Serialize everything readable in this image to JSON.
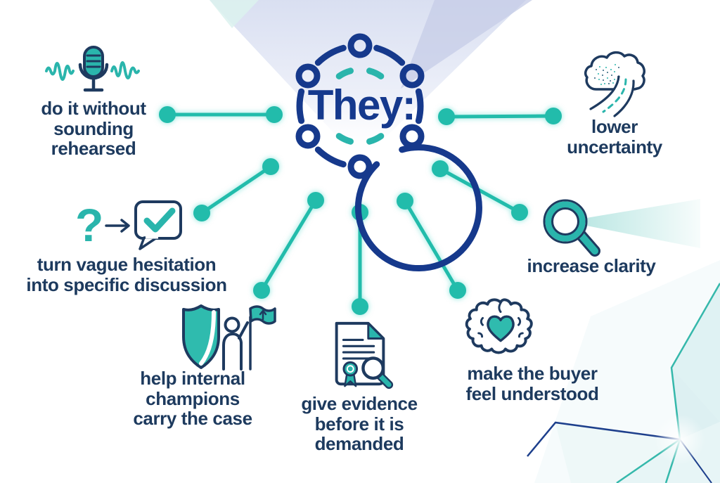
{
  "center": {
    "label": "They:",
    "icon": "people-circle-icon"
  },
  "glyphs": {
    "question": "?"
  },
  "items": [
    {
      "id": "no-rehearsal",
      "icon": "microphone-waveform-icon",
      "label": "do it without\nsounding\nrehearsed"
    },
    {
      "id": "lower-uncertainty",
      "icon": "cloud-road-icon",
      "label": "lower\nuncertainty"
    },
    {
      "id": "specific-discussion",
      "icon": "question-to-check-icon",
      "label": "turn vague hesitation\ninto specific discussion"
    },
    {
      "id": "increase-clarity",
      "icon": "magnifier-beam-icon",
      "label": "increase clarity"
    },
    {
      "id": "internal-champions",
      "icon": "shield-flagbearer-icon",
      "label": "help internal\nchampions\ncarry the case"
    },
    {
      "id": "give-evidence",
      "icon": "certificate-magnifier-icon",
      "label": "give evidence\nbefore it is\ndemanded"
    },
    {
      "id": "buyer-understood",
      "icon": "brain-heart-icon",
      "label": "make the buyer\nfeel understood"
    }
  ],
  "colors": {
    "navy_label": "#1d3a5e",
    "royal_blue": "#15398d",
    "teal": "#22bcab",
    "teal_icon": "#2ab5ac",
    "beam_teal": "#bfe4e0",
    "lavender_wedge": "#d9dff1"
  }
}
